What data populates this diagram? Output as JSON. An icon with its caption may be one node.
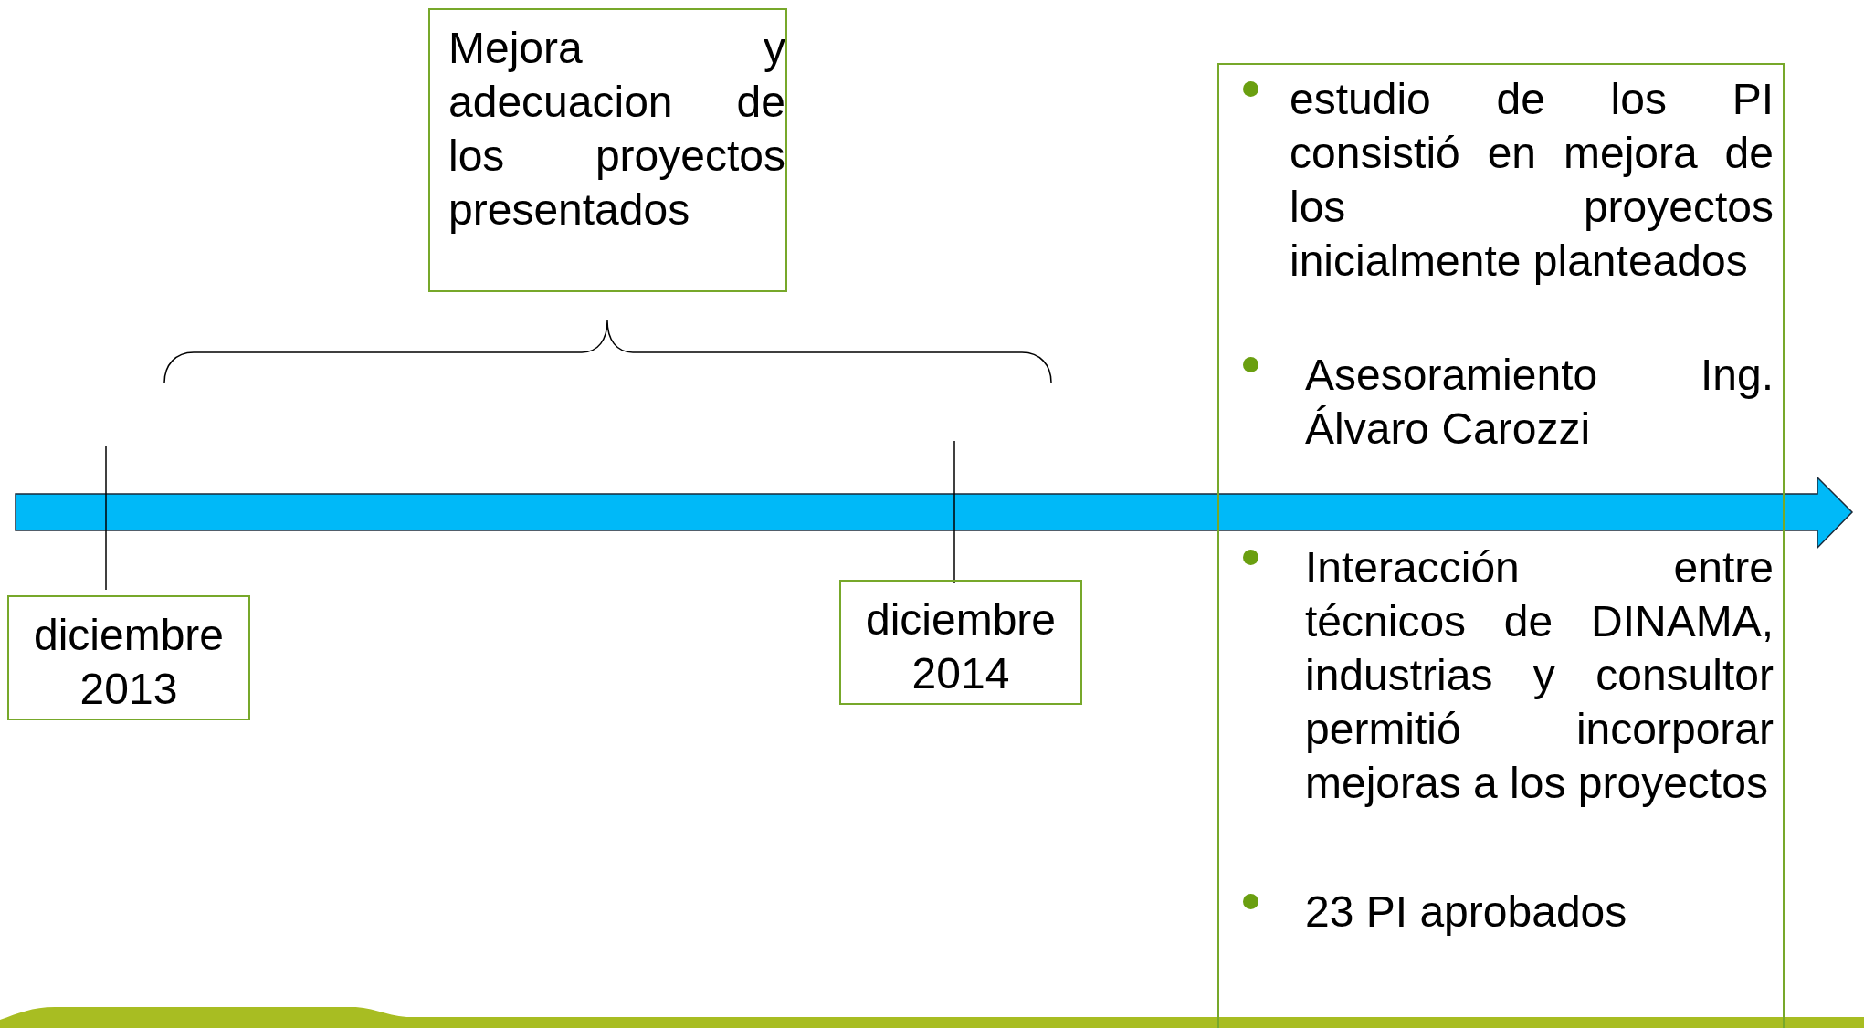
{
  "diagram": {
    "nodes": [
      {
        "text": [
          "Mejora y adecuacion de los proyectos presentados"
        ]
      },
      {
        "text": [
          "diciembre 2013"
        ]
      },
      {
        "text": [
          "diciembre 2014"
        ]
      },
      {
        "text": [
          "estudio de los PI consistió en mejora de los proyectos inicialmente planteados",
          "Asesoramiento Ing. Álvaro Carozzi",
          "Interacción entre técnicos de DINAMA, industrias y consultor permitió incorporar mejoras a los proyectos",
          "23 PI aprobados"
        ]
      }
    ]
  }
}
